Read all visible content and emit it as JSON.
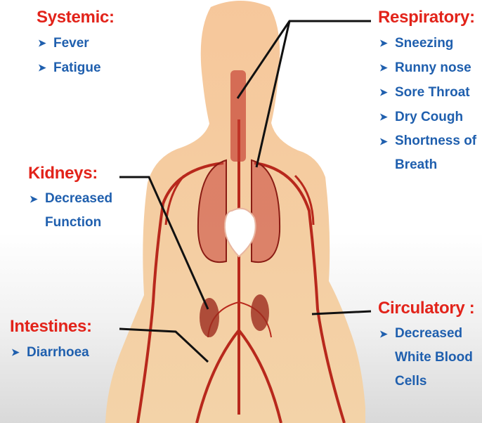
{
  "colors": {
    "heading": "#e2231a",
    "item": "#1f5fae",
    "body": "#f5c89a",
    "vessel": "#b8281c",
    "leader_line": "#111111"
  },
  "bullet_icon": "arrowhead-bullet-icon",
  "groups": {
    "systemic": {
      "title": "Systemic:",
      "items": [
        "Fever",
        "Fatigue"
      ]
    },
    "respiratory": {
      "title": "Respiratory:",
      "items": [
        "Sneezing",
        "Runny nose",
        "Sore Throat",
        "Dry Cough",
        "Shortness of Breath"
      ]
    },
    "kidneys": {
      "title": "Kidneys:",
      "items": [
        "Decreased Function"
      ]
    },
    "intestines": {
      "title": "Intestines:",
      "items": [
        "Diarrhoea"
      ]
    },
    "circulatory": {
      "title": "Circulatory :",
      "items": [
        "Decreased White Blood Cells"
      ]
    }
  }
}
